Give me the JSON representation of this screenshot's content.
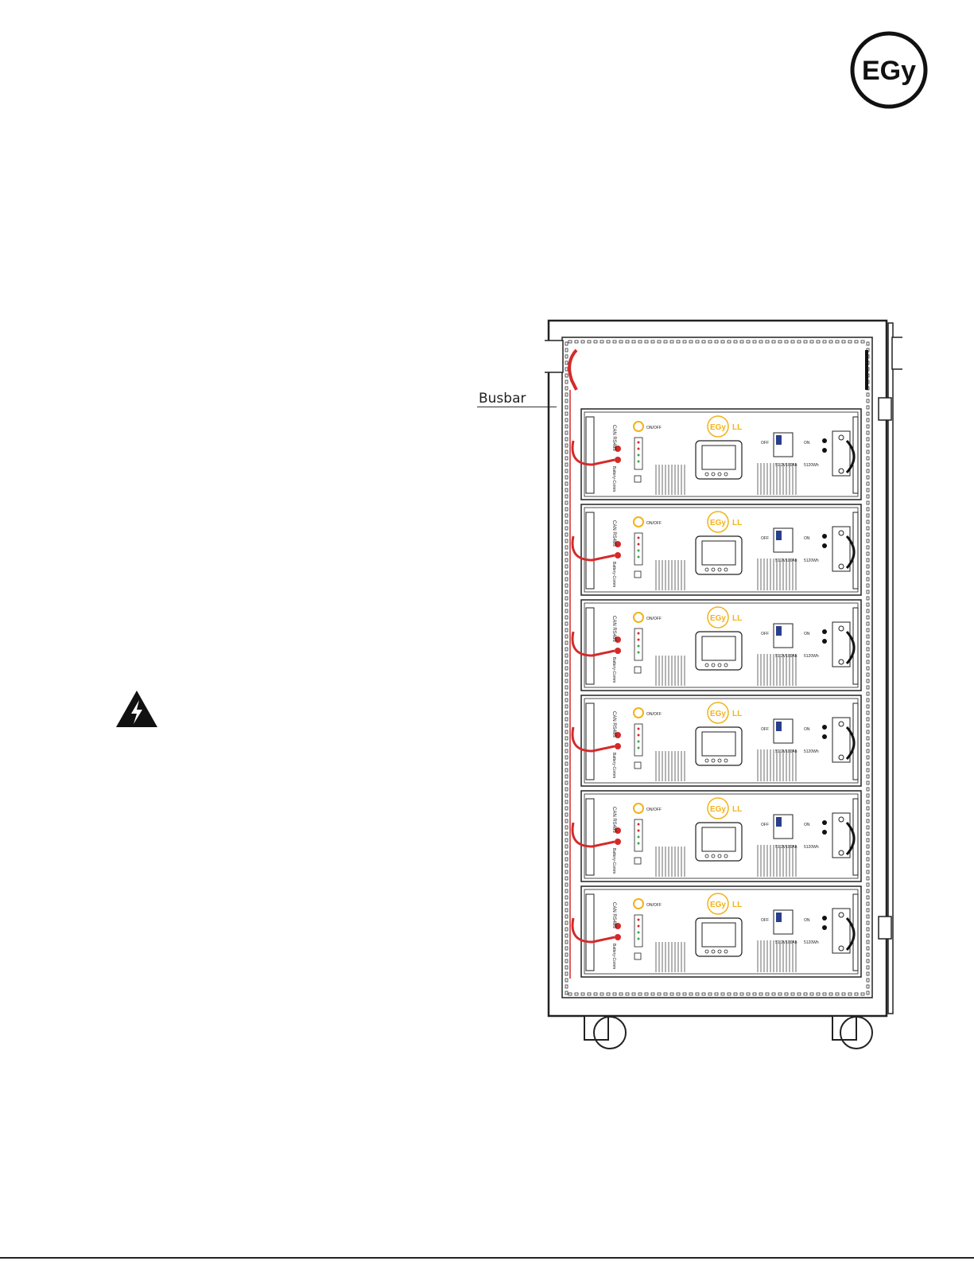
{
  "logo": {
    "text": "EGy",
    "accent": "#111111"
  },
  "warning_icon": {
    "icon": "high-voltage-warning-icon",
    "color": "#111111"
  },
  "diagram": {
    "callout": "Busbar",
    "modules": [
      {
        "brand": "EGy",
        "model": "LL",
        "power_label": "ON/OFF",
        "off_label": "OFF",
        "on_label": "ON",
        "port_label": "CAN RS485",
        "side_label": "Battery-Comm",
        "rating": "51.2V100Ah",
        "energy": "5120Wh"
      },
      {
        "brand": "EGy",
        "model": "LL",
        "power_label": "ON/OFF",
        "off_label": "OFF",
        "on_label": "ON",
        "port_label": "CAN RS485",
        "side_label": "Battery-Comm",
        "rating": "51.2V100Ah",
        "energy": "5120Wh"
      },
      {
        "brand": "EGy",
        "model": "LL",
        "power_label": "ON/OFF",
        "off_label": "OFF",
        "on_label": "ON",
        "port_label": "CAN RS485",
        "side_label": "Battery-Comm",
        "rating": "51.2V100Ah",
        "energy": "5120Wh"
      },
      {
        "brand": "EGy",
        "model": "LL",
        "power_label": "ON/OFF",
        "off_label": "OFF",
        "on_label": "ON",
        "port_label": "CAN RS485",
        "side_label": "Battery-Comm",
        "rating": "51.2V100Ah",
        "energy": "5120Wh"
      },
      {
        "brand": "EGy",
        "model": "LL",
        "power_label": "ON/OFF",
        "off_label": "OFF",
        "on_label": "ON",
        "port_label": "CAN RS485",
        "side_label": "Battery-Comm",
        "rating": "51.2V100Ah",
        "energy": "5120Wh"
      },
      {
        "brand": "EGy",
        "model": "LL",
        "power_label": "ON/OFF",
        "off_label": "OFF",
        "on_label": "ON",
        "port_label": "CAN RS485",
        "side_label": "Battery-Comm",
        "rating": "51.2V100Ah",
        "energy": "5120Wh"
      }
    ],
    "colors": {
      "cable_red": "#d42a2a",
      "brand_yellow": "#f2b21b",
      "led_red": "#d42a2a",
      "led_green": "#3aa64a",
      "outline": "#222222"
    }
  }
}
